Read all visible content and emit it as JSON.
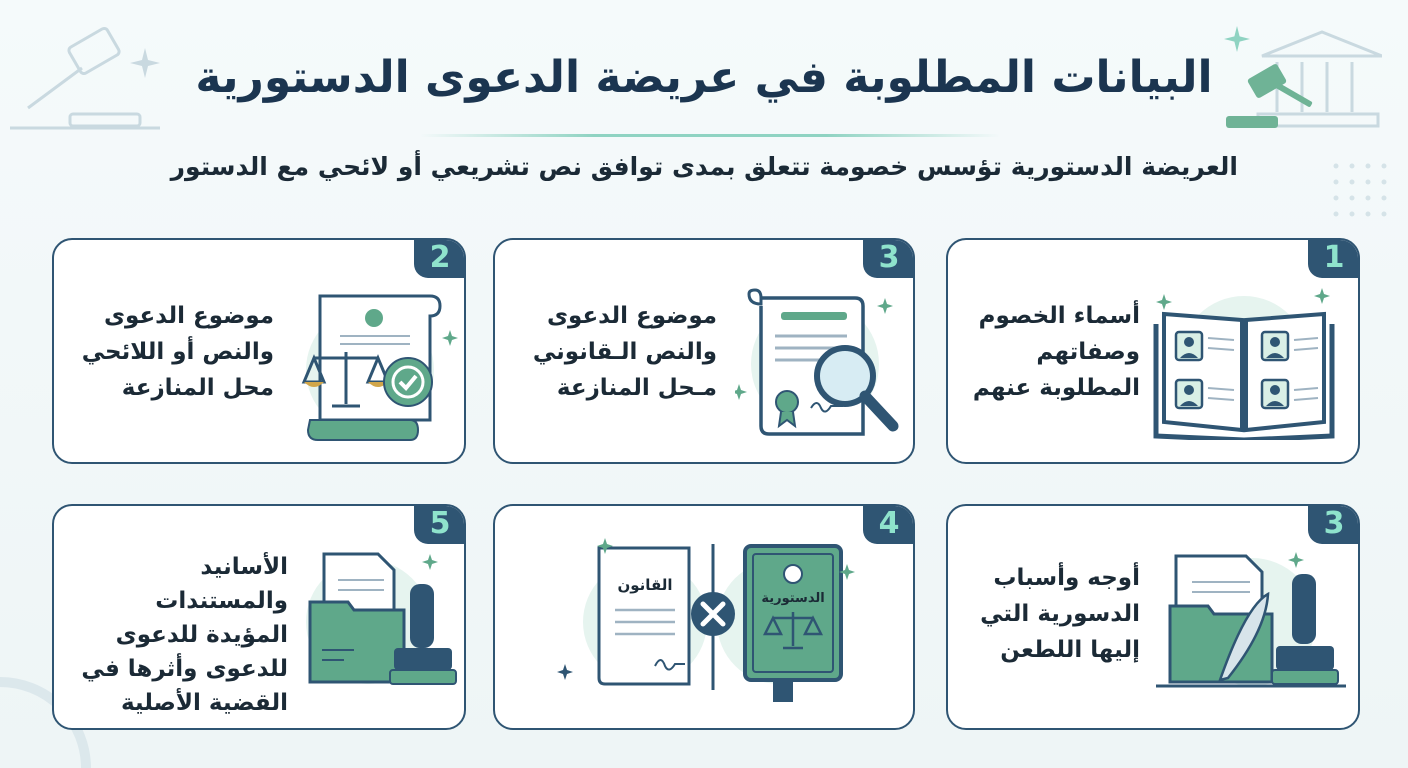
{
  "title": "البيانات المطلوبة في عريضة الدعوى الدستورية",
  "subtitle": "العريضة الدستورية تؤسس خصومة تتعلق بمدى توافق نص تشريعي أو لائحي مع الدستور",
  "colors": {
    "navy": "#2f5573",
    "teal": "#5fa88a",
    "mint": "#8fe3cc",
    "text": "#1b2a36"
  },
  "cards": [
    {
      "number": "1",
      "lines": [
        "أسماء الخصوم",
        "وصفاتهم",
        "المطلوبة عنهم"
      ],
      "icon": "address-book-icon"
    },
    {
      "number": "3",
      "lines": [
        "موضوع الدعوى",
        "والنص الـقانوني",
        "مـحل المنازعة"
      ],
      "icon": "document-magnifier-icon"
    },
    {
      "number": "2",
      "lines": [
        "موضوع الدعوى",
        "والنص أو اللائحي",
        "محل المنازعة"
      ],
      "icon": "scroll-scales-seal-icon"
    },
    {
      "number": "3",
      "lines": [
        "أوجه وأسباب",
        "الدسورية التي",
        "إليها اللطعن"
      ],
      "icon": "folder-quill-stamp-icon"
    },
    {
      "number": "4",
      "lines": [],
      "icon": "law-versus-constitution-icon",
      "law_label": "القانون",
      "constitution_label": "الدستورية"
    },
    {
      "number": "5",
      "lines": [
        "الأسانيد والمستندات",
        "المؤيدة للدعوى",
        "للدعوى وأثرها في",
        "القضية الأصلية"
      ],
      "icon": "folder-stamp-icon"
    }
  ]
}
